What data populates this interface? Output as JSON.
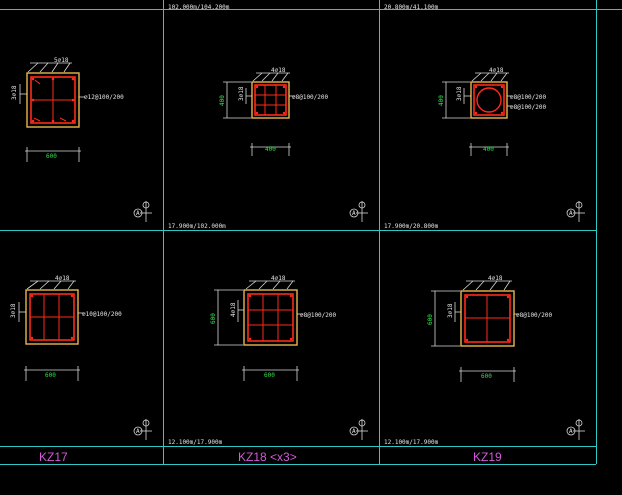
{
  "colors": {
    "background": "#000000",
    "grid": "#2fc6c6",
    "concrete": "#e8b84a",
    "rebar": "#ff2a1a",
    "dim": "#d8d8d8",
    "dim_text_green": "#2ee24a",
    "label_magenta": "#d35ad8",
    "text": "#e6e6e6"
  },
  "cells": [
    {
      "id": "r1c1",
      "elevation": "",
      "top_bars": "5⌀18",
      "side_bars": "3⌀18",
      "stirrup": "⌀12@100/200",
      "stirrup2": "",
      "width_dim": "600",
      "height_dim": ""
    },
    {
      "id": "r1c2",
      "elevation": "102.000m/104.200m",
      "top_bars": "4⌀18",
      "side_bars": "3⌀18",
      "stirrup": "⌀8@100/200",
      "stirrup2": "",
      "width_dim": "400",
      "height_dim": "400"
    },
    {
      "id": "r1c3",
      "elevation": "20.800m/41.100m",
      "top_bars": "4⌀18",
      "side_bars": "3⌀18",
      "stirrup": "⌀8@100/200",
      "stirrup2": "⌀8@100/200",
      "width_dim": "400",
      "height_dim": "400"
    },
    {
      "id": "r2c1",
      "elevation": "",
      "top_bars": "4⌀18",
      "side_bars": "3⌀18",
      "stirrup": "⌀10@100/200",
      "stirrup2": "",
      "width_dim": "600",
      "height_dim": ""
    },
    {
      "id": "r2c2",
      "elevation": "17.900m/102.000m",
      "top_bars": "4⌀18",
      "side_bars": "4⌀18",
      "stirrup": "⌀8@100/200",
      "stirrup2": "",
      "width_dim": "600",
      "height_dim": "600"
    },
    {
      "id": "r2c3",
      "elevation": "17.900m/20.800m",
      "top_bars": "4⌀18",
      "side_bars": "3⌀18",
      "stirrup": "⌀8@100/200",
      "stirrup2": "",
      "width_dim": "600",
      "height_dim": "600"
    }
  ],
  "row3_elevations": [
    "",
    "12.100m/17.900m",
    "12.100m/17.900m"
  ],
  "axis_mark": "A",
  "labels": [
    "KZ17",
    "KZ18 <x3>",
    "KZ19"
  ]
}
